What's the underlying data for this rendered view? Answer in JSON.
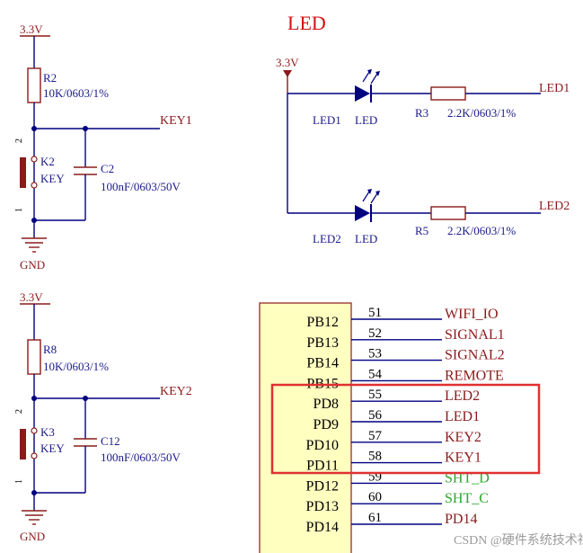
{
  "title": "LED",
  "power_label": "3.3V",
  "ground_label": "GND",
  "key1_circuit": {
    "resistor_ref": "R2",
    "resistor_value": "10K/0603/1%",
    "net": "KEY1",
    "switch_ref": "K2",
    "switch_type": "KEY",
    "pin2": "2",
    "pin1": "1",
    "cap_ref": "C2",
    "cap_value": "100nF/0603/50V"
  },
  "key2_circuit": {
    "resistor_ref": "R8",
    "resistor_value": "10K/0603/1%",
    "net": "KEY2",
    "switch_ref": "K3",
    "switch_type": "KEY",
    "pin2": "2",
    "pin1": "1",
    "cap_ref": "C12",
    "cap_value": "100nF/0603/50V"
  },
  "led_circuit": {
    "led1_ref": "LED1",
    "led1_type": "LED",
    "led1_resistor_ref": "R3",
    "led1_resistor_value": "2.2K/0603/1%",
    "led1_net": "LED1",
    "led2_ref": "LED2",
    "led2_type": "LED",
    "led2_resistor_ref": "R5",
    "led2_resistor_value": "2.2K/0603/1%",
    "led2_net": "LED2"
  },
  "mcu_pins": [
    {
      "name": "PB12",
      "number": "51",
      "net": "WIFI_IO",
      "color": "#8b1a1a"
    },
    {
      "name": "PB13",
      "number": "52",
      "net": "SIGNAL1",
      "color": "#8b1a1a"
    },
    {
      "name": "PB14",
      "number": "53",
      "net": "SIGNAL2",
      "color": "#8b1a1a"
    },
    {
      "name": "PB15",
      "number": "54",
      "net": "REMOTE",
      "color": "#8b1a1a"
    },
    {
      "name": "PD8",
      "number": "55",
      "net": "LED2",
      "color": "#8b1a1a"
    },
    {
      "name": "PD9",
      "number": "56",
      "net": "LED1",
      "color": "#8b1a1a"
    },
    {
      "name": "PD10",
      "number": "57",
      "net": "KEY2",
      "color": "#8b1a1a"
    },
    {
      "name": "PD11",
      "number": "58",
      "net": "KEY1",
      "color": "#8b1a1a"
    },
    {
      "name": "PD12",
      "number": "59",
      "net": "SHT_D",
      "color": "#2aa82a"
    },
    {
      "name": "PD13",
      "number": "60",
      "net": "SHT_C",
      "color": "#2aa82a"
    },
    {
      "name": "PD14",
      "number": "61",
      "net": "PD14",
      "color": "#8b1a1a"
    }
  ],
  "watermark": "CSDN @硬件系统技术社区",
  "colors": {
    "wire": "#000080",
    "part": "#8b1a1a",
    "mcu_fill": "#ffffc0",
    "highlight": "#e03030"
  }
}
